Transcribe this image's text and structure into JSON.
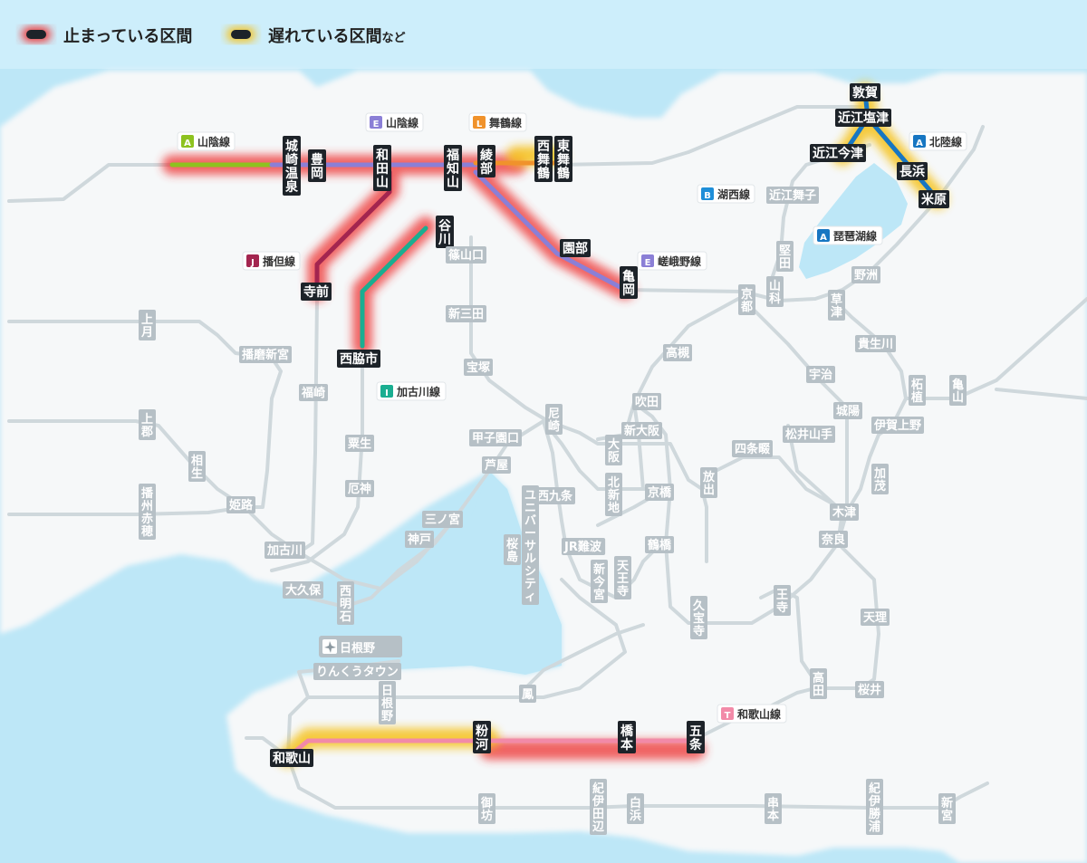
{
  "legend": {
    "stopped_label": "止まっている区間",
    "delayed_label": "遅れている区間",
    "delayed_suffix": "など"
  },
  "colors": {
    "sea": "#bde7f7",
    "land": "#f6f8f9",
    "track": "#cfd8dc",
    "stopped_glow": "#ee3030",
    "delayed_glow": "#f5c21b",
    "station_dark": "#1d2329",
    "station_gray": "#b6c0c6"
  },
  "line_labels": [
    {
      "id": "sanin-A",
      "badge": "A",
      "badge_color": "#8dc21f",
      "text": "山陰線"
    },
    {
      "id": "sanin-E",
      "badge": "E",
      "badge_color": "#8b7fd6",
      "text": "山陰線"
    },
    {
      "id": "maizuru",
      "badge": "L",
      "badge_color": "#f0922b",
      "text": "舞鶴線"
    },
    {
      "id": "hokuriku",
      "badge": "A",
      "badge_color": "#1776c2",
      "text": "北陸線"
    },
    {
      "id": "kosei",
      "badge": "B",
      "badge_color": "#1e8ed8",
      "text": "湖西線"
    },
    {
      "id": "biwako",
      "badge": "A",
      "badge_color": "#1776c2",
      "text": "琵琶湖線"
    },
    {
      "id": "bantan",
      "badge": "J",
      "badge_color": "#a3254f",
      "text": "播但線"
    },
    {
      "id": "sagano",
      "badge": "E",
      "badge_color": "#8b7fd6",
      "text": "嵯峨野線"
    },
    {
      "id": "kakogawa",
      "badge": "I",
      "badge_color": "#1aae91",
      "text": "加古川線"
    },
    {
      "id": "wakayama",
      "badge": "T",
      "badge_color": "#f28aa8",
      "text": "和歌山線"
    }
  ],
  "stations_affected": [
    "城崎温泉",
    "豊岡",
    "和田山",
    "福知山",
    "綾部",
    "西舞鶴",
    "東舞鶴",
    "寺前",
    "谷川",
    "西脇市",
    "園部",
    "亀岡",
    "敦賀",
    "近江塩津",
    "近江今津",
    "長浜",
    "米原",
    "和歌山",
    "粉河",
    "橋本",
    "五条"
  ],
  "stations_other": [
    "近江舞子",
    "堅田",
    "山科",
    "京都",
    "草津",
    "野洲",
    "篠山口",
    "新三田",
    "宝塚",
    "上月",
    "播磨新宮",
    "福崎",
    "上郡",
    "相生",
    "播州赤穂",
    "姫路",
    "粟生",
    "厄神",
    "加古川",
    "大久保",
    "西明石",
    "三ノ宮",
    "神戸",
    "芦屋",
    "甲子園口",
    "尼崎",
    "大阪",
    "北新地",
    "新大阪",
    "吹田",
    "高槻",
    "京橋",
    "放出",
    "西九条",
    "ユニバーサルシティ",
    "桜島",
    "JR難波",
    "新今宮",
    "天王寺",
    "鶴橋",
    "久宝寺",
    "王寺",
    "奈良",
    "木津",
    "加茂",
    "松井山手",
    "四条畷",
    "城陽",
    "宇治",
    "貴生川",
    "柘植",
    "亀山",
    "伊賀上野",
    "天理",
    "桜井",
    "高田",
    "関西空港",
    "りんくうタウン",
    "日根野",
    "鳳",
    "御坊",
    "紀伊田辺",
    "白浜",
    "串本",
    "紀伊勝浦",
    "新宮"
  ]
}
